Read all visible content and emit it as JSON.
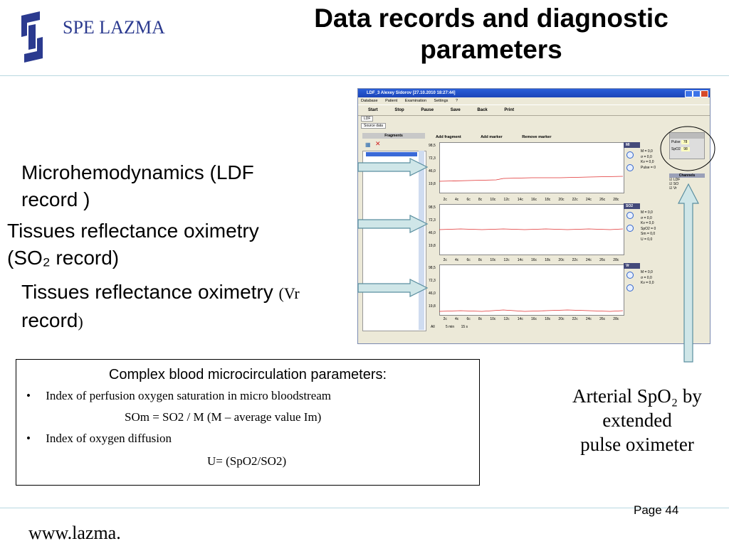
{
  "logo": {
    "text": "SPE LAZMA",
    "color": "#2b3a8f"
  },
  "title": {
    "line1": "Data records and diagnostic",
    "line2": "parameters"
  },
  "left_labels": {
    "ldf_1": "Microhemodynamics (LDF",
    "ldf_2": "record )",
    "so2_1": "Tissues reflectance oximetry",
    "so2_2": "(SO₂ record)",
    "vr_1": "Tissues reflectance oximetry",
    "vr_1b": "(Vr",
    "vr_2": "record",
    "vr_2b": ")"
  },
  "app": {
    "window_title": "LDF_3 Alexey Sidorov [27.10.2010 18:27:44]",
    "menu": [
      "Database",
      "Patient",
      "Examination",
      "Settings",
      "?"
    ],
    "toolbar": [
      "Start",
      "Stop",
      "Pause",
      "Save",
      "Back",
      "Print"
    ],
    "tab_ldf": "LDF",
    "tab_source": "Source data",
    "fragments_header": "Fragments",
    "actions": [
      "Add fragment",
      "Add marker",
      "Remove marker"
    ],
    "yticks": [
      "98,5",
      "72,3",
      "46,0",
      "19,8"
    ],
    "xticks": [
      "2c",
      "4c",
      "6c",
      "8c",
      "10c",
      "12c",
      "14c",
      "16c",
      "18c",
      "20c",
      "22c",
      "24c",
      "26c",
      "28c"
    ],
    "channels": [
      {
        "name": "MI",
        "stats": [
          "M     =  0,0",
          "σ     =  0,0",
          "Kv    =  0,0",
          "Pulse =  0"
        ]
      },
      {
        "name": "SO2",
        "stats": [
          "M     =  0,0",
          "σ     =  0,0",
          "Kv    =  0,0",
          "SpO2  =  0",
          "Sm    =  0,0",
          "U     =  0,0"
        ]
      },
      {
        "name": "Vr",
        "stats": [
          "M     =  0,0",
          "σ     =  0,0",
          "Kv    =  0,0"
        ]
      }
    ],
    "pulse_label": "Pulse",
    "pulse_value": "78",
    "spo2_label": "SpO2",
    "spo2_value": "98",
    "channels_header": "Channels",
    "channel_checks": [
      "LDF",
      "SO",
      "Vr"
    ],
    "bottom": [
      "All",
      "5 min",
      "15 s"
    ],
    "trace_color": "#e03030"
  },
  "params_box": {
    "heading": "Complex blood microcirculation parameters:",
    "item1": "Index of perfusion oxygen saturation in micro bloodstream",
    "formula1": "SOm = SO2 / M (M – average value Im)",
    "item2": "Index of oxygen diffusion",
    "formula2": "U= (SpO2/SO2)"
  },
  "right_caption": {
    "line1": "Arterial SpO₂ by",
    "line2": "extended",
    "line3": "pulse oximeter"
  },
  "footer": {
    "page": "Page 44",
    "url": "www.lazma."
  },
  "colors": {
    "arrow_fill": "#cfe6e8",
    "arrow_stroke": "#5a8fa0",
    "divider": "#b8d8e0"
  }
}
